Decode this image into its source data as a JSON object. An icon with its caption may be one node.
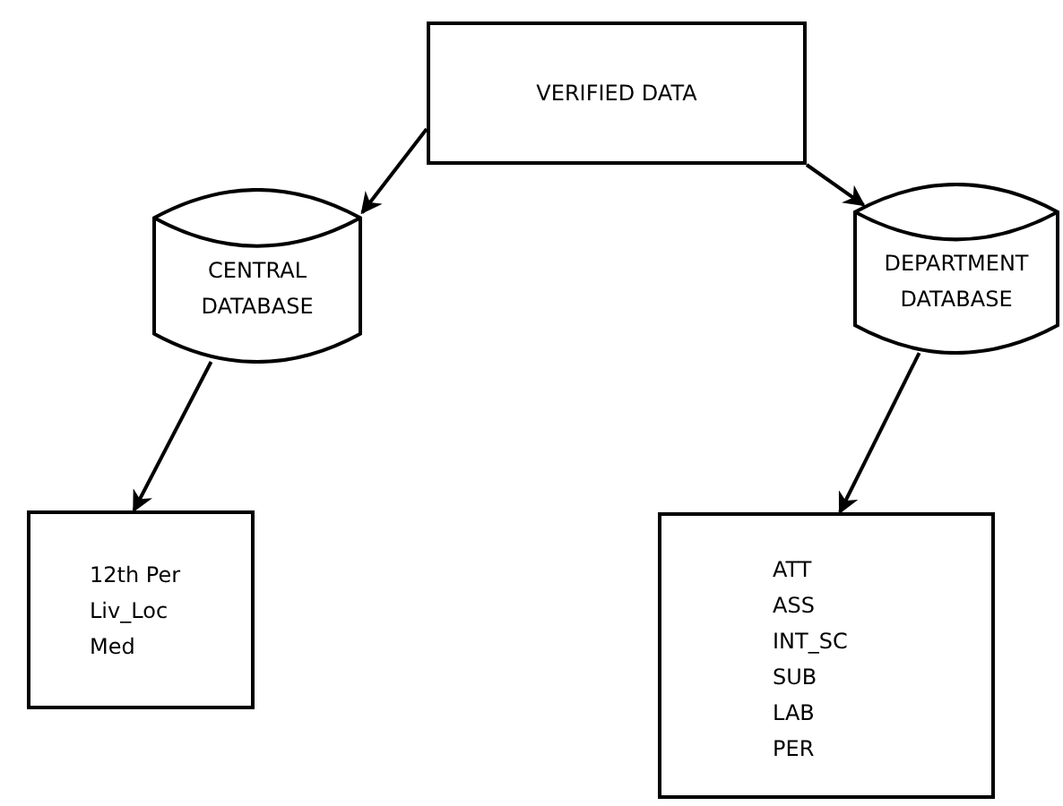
{
  "diagram": {
    "nodes": [
      {
        "text": [
          "VERIFIED DATA"
        ]
      },
      {
        "text": [
          "CENTRAL DATABASE"
        ]
      },
      {
        "text": [
          "DEPARTMENT DATABASE"
        ]
      },
      {
        "text": [
          "12th Per",
          "Liv_Loc",
          "Med"
        ]
      },
      {
        "text": [
          "ATT",
          "ASS",
          "INT_SC",
          "SUB",
          "LAB",
          "PER"
        ]
      }
    ],
    "edges": [
      {
        "from": 0,
        "to": 1,
        "arrow": "to"
      },
      {
        "from": 0,
        "to": 2,
        "arrow": "to"
      },
      {
        "from": 1,
        "to": 3,
        "arrow": "to"
      },
      {
        "from": 2,
        "to": 4,
        "arrow": "to"
      }
    ]
  }
}
